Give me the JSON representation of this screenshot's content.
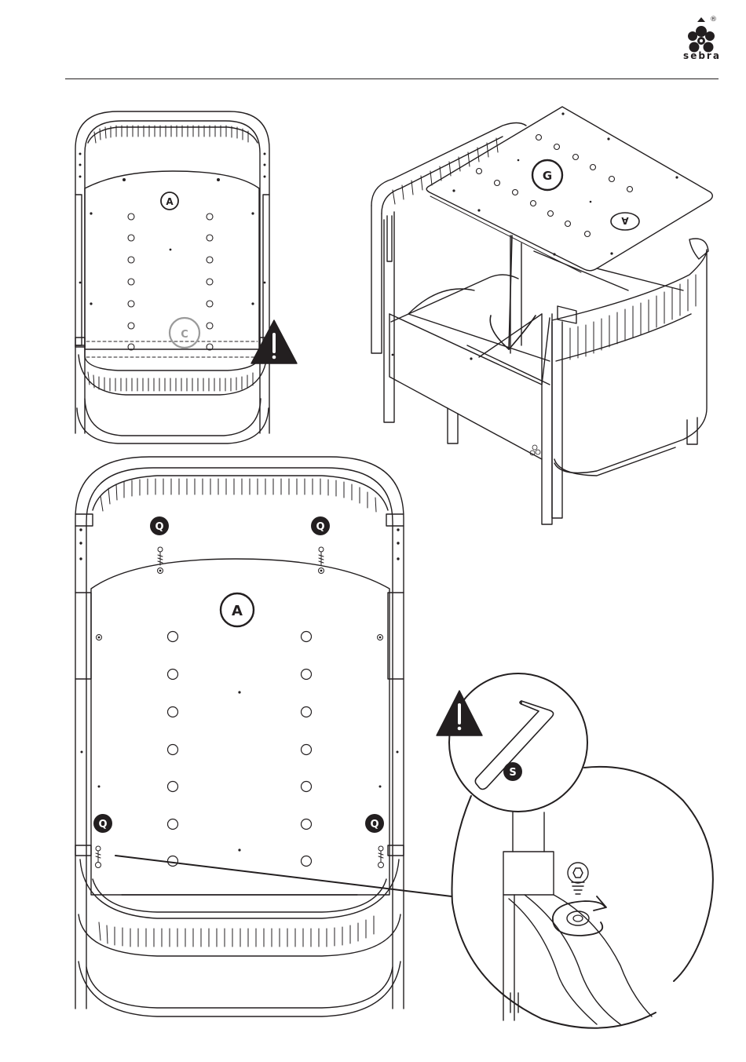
{
  "brand": {
    "name": "sebra",
    "registered_mark": "®",
    "icon": "sebra-flower-logo-icon"
  },
  "labels": {
    "part_a": "A",
    "part_c": "C",
    "part_g": "G",
    "part_g_mark": "A",
    "screw_q": "Q",
    "tool_s": "S"
  },
  "icons": {
    "warning": "warning-triangle-icon",
    "hex_key": "hex-key-icon",
    "screw": "screw-icon",
    "rotate_arrow": "rotate-arrow-icon"
  },
  "colors": {
    "ink": "#231f20",
    "paper": "#ffffff",
    "faded": "#9a9a9a"
  }
}
